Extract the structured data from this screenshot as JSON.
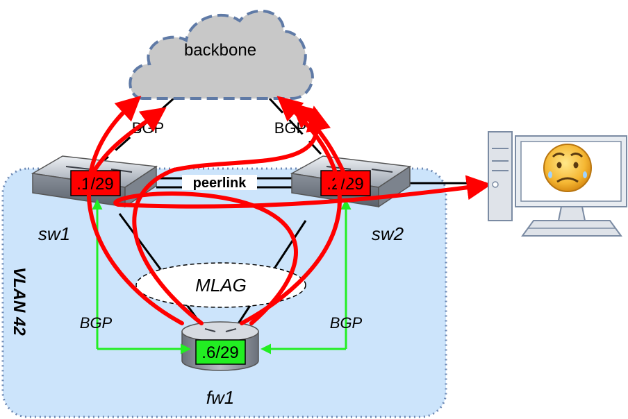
{
  "cloud": {
    "label": "backbone"
  },
  "links": {
    "bgp_left": "BGP",
    "bgp_right": "BGP",
    "peerlink": "peerlink",
    "mlag": "MLAG",
    "bgp_fw_left": "BGP",
    "bgp_fw_right": "BGP"
  },
  "nodes": {
    "sw1": {
      "name": "sw1",
      "addr": ".1/29"
    },
    "sw2": {
      "name": "sw2",
      "addr": ".2/29"
    },
    "fw1": {
      "name": "fw1",
      "addr": ".6/29"
    }
  },
  "vlan": {
    "label": "VLAN 42"
  },
  "colors": {
    "vlan_fill": "#cce4fb",
    "vlan_border": "#6b87b3",
    "cloud_fill": "#c8c8c8",
    "cloud_border": "#5f7aa6",
    "flow_arrow": "#ff0000",
    "bgp_arrow": "#22ee22",
    "addr_bad": "#ff0000",
    "addr_good": "#22ee22"
  },
  "icons": {
    "client": "desktop-computer-icon",
    "face": "worried-face-icon"
  }
}
